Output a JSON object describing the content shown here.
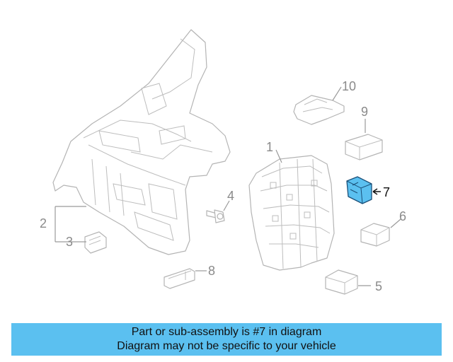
{
  "callouts": [
    {
      "id": "1",
      "label": "1"
    },
    {
      "id": "2",
      "label": "2"
    },
    {
      "id": "3",
      "label": "3"
    },
    {
      "id": "4",
      "label": "4"
    },
    {
      "id": "5",
      "label": "5"
    },
    {
      "id": "6",
      "label": "6"
    },
    {
      "id": "7",
      "label": "7",
      "highlighted": true
    },
    {
      "id": "8",
      "label": "8"
    },
    {
      "id": "9",
      "label": "9"
    },
    {
      "id": "10",
      "label": "10"
    }
  ],
  "banner": {
    "line1": "Part or sub-assembly is #7 in diagram",
    "line2": "Diagram may not be specific to your vehicle"
  },
  "colors": {
    "highlight_part": "#5bc0f0",
    "banner_bg": "#5bc0f0",
    "part_outline": "#b4b4b4",
    "callout_text": "#8a8a8a"
  }
}
